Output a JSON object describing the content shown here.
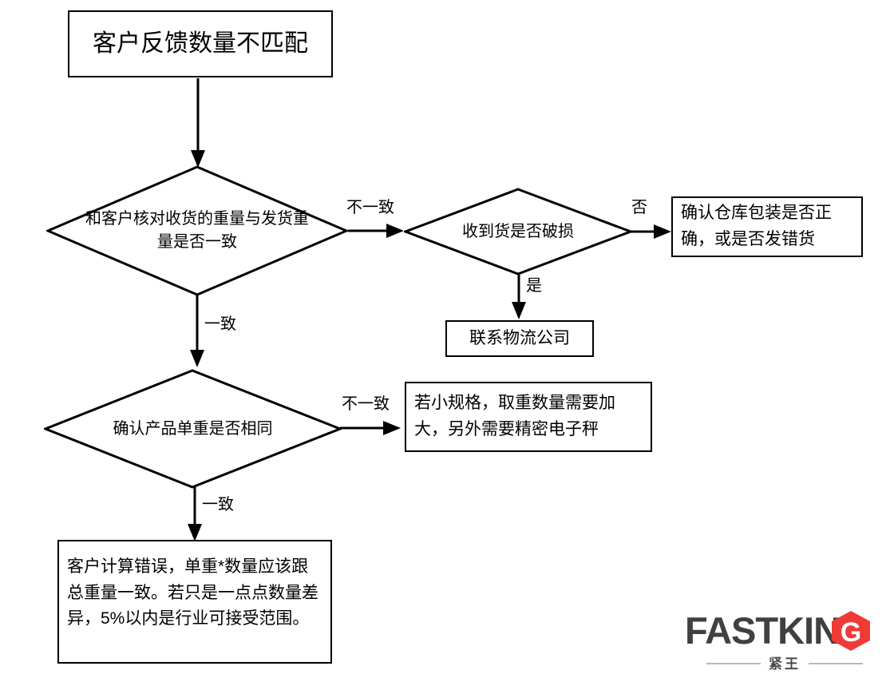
{
  "diagram": {
    "title": "客户反馈数量不匹配",
    "nodes": {
      "start": {
        "label": "客户反馈数量不匹配",
        "shape": "process"
      },
      "check_weight": {
        "label": "和客户核对收货的重量与发货重量是否一致",
        "shape": "decision"
      },
      "damaged": {
        "label": "收到货是否破损",
        "shape": "decision"
      },
      "warehouse": {
        "label": "确认仓库包装是否正确，或是否发错货",
        "shape": "process"
      },
      "logistics": {
        "label": "联系物流公司",
        "shape": "process"
      },
      "unit_weight": {
        "label": "确认产品单重是否相同",
        "shape": "decision"
      },
      "small_spec": {
        "label": "若小规格，取重数量需要加大，另外需要精密电子秤",
        "shape": "process"
      },
      "customer_error": {
        "label": "客户计算错误，单重*数量应该跟总重量一致。若只是一点点数量差异，5%以内是行业可接受范围。",
        "shape": "process"
      }
    },
    "edge_labels": {
      "weight_mismatch": "不一致",
      "weight_match": "一致",
      "damaged_no": "否",
      "damaged_yes": "是",
      "unit_mismatch": "不一致",
      "unit_match": "一致"
    }
  },
  "logo": {
    "wordmark": "FASTKIN",
    "mark_letter": "G",
    "chinese": "紧王",
    "colors": {
      "wordmark": "#404040",
      "mark": "#ef3b38",
      "rule": "#b9b9b9"
    }
  }
}
